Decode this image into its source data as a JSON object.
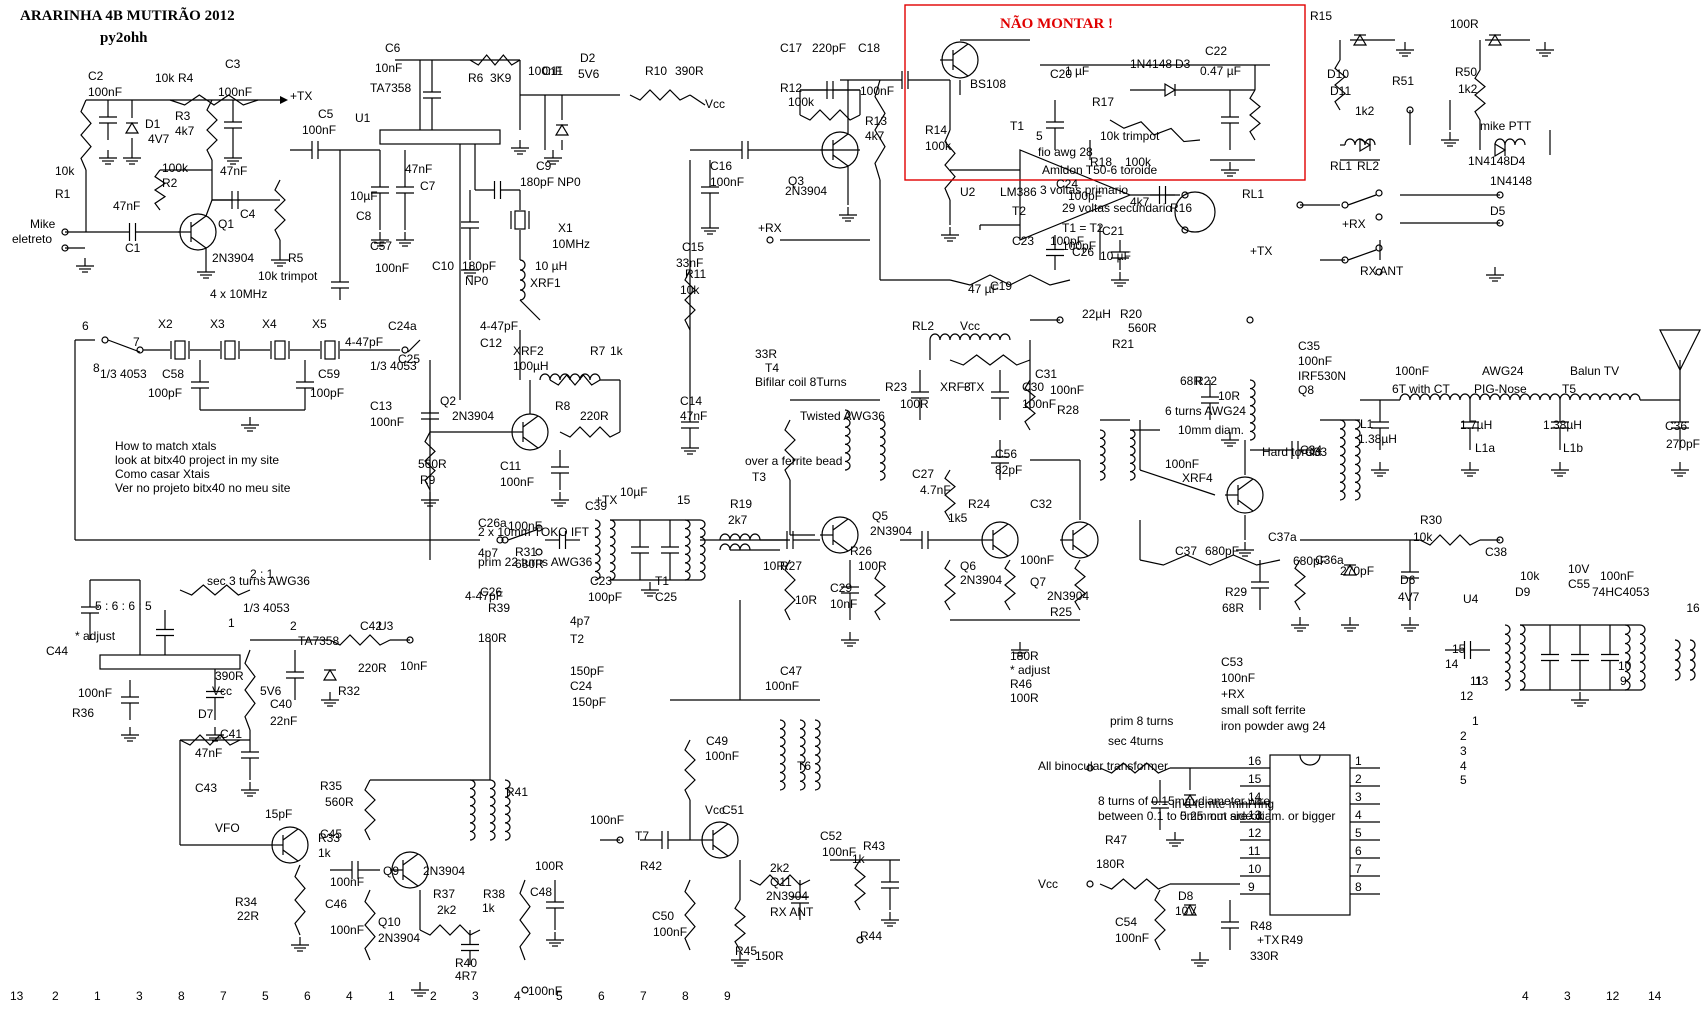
{
  "title": "ARARINHA 4B MUTIRÃO 2012",
  "author": "py2ohh",
  "warning": "NÃO MONTAR !",
  "colors": {
    "wire": "#000000",
    "warning": "#e00000",
    "background": "#ffffff"
  },
  "labels": [
    "C2",
    "100nF",
    "10k",
    "R4",
    "C3",
    "100nF",
    "+TX",
    "D1",
    "4V7",
    "R3",
    "4k7",
    "10k",
    "R1",
    "100k",
    "R2",
    "47nF",
    "C4",
    "47nF",
    "Mike",
    "eletreto",
    "C1",
    "Q1",
    "2N3904",
    "R5",
    "10k trimpot",
    "4 x 10MHz",
    "C6",
    "10nF",
    "TA7358",
    "U1",
    "R6",
    "3K9",
    "C11",
    "100nF",
    "D2",
    "5V6",
    "R10",
    "390R",
    "Vcc",
    "C5",
    "100nF",
    "47nF",
    "C7",
    "10µF",
    "C8",
    "C57",
    "100nF",
    "C9",
    "180pF NP0",
    "X1",
    "10MHz",
    "C10",
    "180pF",
    "NP0",
    "10 µH",
    "XRF1",
    "4-47pF",
    "C12",
    "XRF2",
    "100µH",
    "R7",
    "1k",
    "Q2",
    "2N3904",
    "R8",
    "220R",
    "C11",
    "100nF",
    "C13",
    "100nF",
    "560R",
    "R9",
    "C14",
    "47nF",
    "R11",
    "10k",
    "C15",
    "33nF",
    "C16",
    "100nF",
    "X2",
    "X3",
    "X4",
    "X5",
    "1/3 4053",
    "1/3 4053",
    "C58",
    "100pF",
    "C59",
    "100pF",
    "How to match xtals",
    "look at bitx40 project in my site",
    "Como casar Xtais",
    "Ver no projeto bitx40 no meu site",
    "C17",
    "220pF",
    "C18",
    "100nF",
    "R12",
    "100k",
    "Q3",
    "2N3904",
    "+RX",
    "R13",
    "4k7",
    "R14",
    "100k",
    "U2",
    "LM386",
    "C20",
    "1 µF",
    "BS108",
    "1N4148",
    "D3",
    "C22",
    "0.47 µF",
    "R17",
    "10k trimpot",
    "R18",
    "100k",
    "4k7",
    "R16",
    "C21",
    "10 µF",
    "C19",
    "47 µF",
    "R15",
    "100R",
    "D10",
    "D11",
    "R50",
    "1k2",
    "R51",
    "1k2",
    "mike PTT",
    "RL1",
    "RL2",
    "1N4148",
    "D4",
    "1N4148",
    "D5",
    "+TX",
    "+RX",
    "RX ANT",
    "RL1",
    "RL2",
    "Vcc",
    "22µH",
    "XRF3",
    "+TX",
    "R23",
    "100R",
    "C30",
    "100nF",
    "C31",
    "100nF",
    "R28",
    "33R",
    "T4",
    "Bifilar coil 8Turns",
    "Twisted  AWG36",
    "over a ferrite bead",
    "T3",
    "R19",
    "2k7",
    "Q5",
    "2N3904",
    "C27",
    "4.7nF",
    "C56",
    "82pF",
    "R24",
    "1k5",
    "C32",
    "100nF",
    "Q6",
    "2N3904",
    "Q7",
    "2N3904",
    "R25",
    "100R",
    "R26",
    "10R",
    "R27",
    "10R",
    "C29",
    "10nF",
    "R20",
    "560R",
    "R21",
    "68R",
    "R22",
    "10R",
    "6 turns AWG24",
    "10mm diam.",
    "Hard toroid",
    "C34",
    "100nF",
    "XRF4",
    "C35",
    "100nF",
    "IRF530N",
    "Q8",
    "C33",
    "100nF",
    "6T with CT",
    "AWG24",
    "PIG-Nose",
    "Balun TV",
    "T5",
    "L1",
    "1.38µH",
    "L1a",
    "1.7µH",
    "L1b",
    "1.38µH",
    "C36",
    "270pF",
    "C37",
    "680pF",
    "C37a",
    "680pF",
    "C36a",
    "270pF",
    "R29",
    "68R",
    "R30",
    "10k",
    "D6",
    "4V7",
    "C38",
    "100nF",
    "R31",
    "680R",
    "C39",
    "10µF",
    "+TX",
    "15",
    "C23",
    "100pF",
    "T1",
    "C25",
    "4p7",
    "T2",
    "150pF",
    "C24",
    "150pF",
    "C26",
    "2 x 10mm TOKO IFT",
    "prim 22 turns AWG36",
    "5 : 6 : 6 : 5",
    "sec 3 turns AWG36",
    "2 : 1",
    "1/3 4053",
    "1",
    "2",
    "TA7358",
    "U3",
    "C42",
    "10nF",
    "R32",
    "220R",
    "* adjust",
    "C44",
    "100nF",
    "R36",
    "390R",
    "Vcc",
    "D7",
    "5V6",
    "C40",
    "22nF",
    "C41",
    "47nF",
    "C43",
    "15pF",
    "VFO",
    "R34",
    "22R",
    "R33",
    "1k",
    "C45",
    "100nF",
    "Q9",
    "2N3904",
    "R35",
    "560R",
    "C46",
    "100nF",
    "Q10",
    "2N3904",
    "R37",
    "2k2",
    "R38",
    "1k",
    "R39",
    "180R",
    "R40",
    "4R7",
    "R41",
    "100R",
    "C48",
    "100nF",
    "C47",
    "100nF",
    "T6",
    "C49",
    "100nF",
    "Vcc",
    "C51",
    "100nF",
    "T7",
    "R42",
    "2k2",
    "Q11",
    "2N3904",
    "RX ANT",
    "C50",
    "100nF",
    "R45",
    "150R",
    "C52",
    "100nF",
    "R43",
    "1k",
    "R44",
    "180R",
    "* adjust",
    "R46",
    "100R",
    "C53",
    "100nF",
    "+RX",
    "small soft ferrite",
    "iron powder awg 24",
    "prim 8 turns",
    "sec 4turns",
    "All binocular transformer",
    "8 turns of 0.15mm diameter wire",
    "between  0.1 to 0.25 mm are ok",
    "in a ferrite mini ring",
    "5mm out side diam. or bigger",
    "R47",
    "180R",
    "Vcc",
    "C54",
    "100nF",
    "D8",
    "10V",
    "R48",
    "330R",
    "+TX",
    "R49",
    "10k",
    "D9",
    "10V",
    "C55",
    "100nF",
    "74HC4053",
    "U4",
    "16",
    "15",
    "14",
    "13",
    "12",
    "11",
    "10",
    "9",
    "1",
    "2",
    "3",
    "4",
    "5",
    "6",
    "7",
    "8",
    "C24a",
    "4-47pF",
    "C25",
    "4p7",
    "C26a",
    "4-47pF",
    "T1",
    "T2",
    "C23",
    "100pF",
    "C24",
    "100pF",
    "C26",
    "100pF",
    "T1 = T2",
    "29 voltas secundario",
    "3 voltas primario",
    "Amidon T50-6 toroide",
    "fio awg 28",
    "5",
    "4",
    "3",
    "12",
    "14",
    "13",
    "2",
    "1",
    "3",
    "8",
    "7",
    "5",
    "6",
    "4",
    "1",
    "2",
    "3",
    "4",
    "5",
    "6",
    "7",
    "8",
    "9"
  ]
}
